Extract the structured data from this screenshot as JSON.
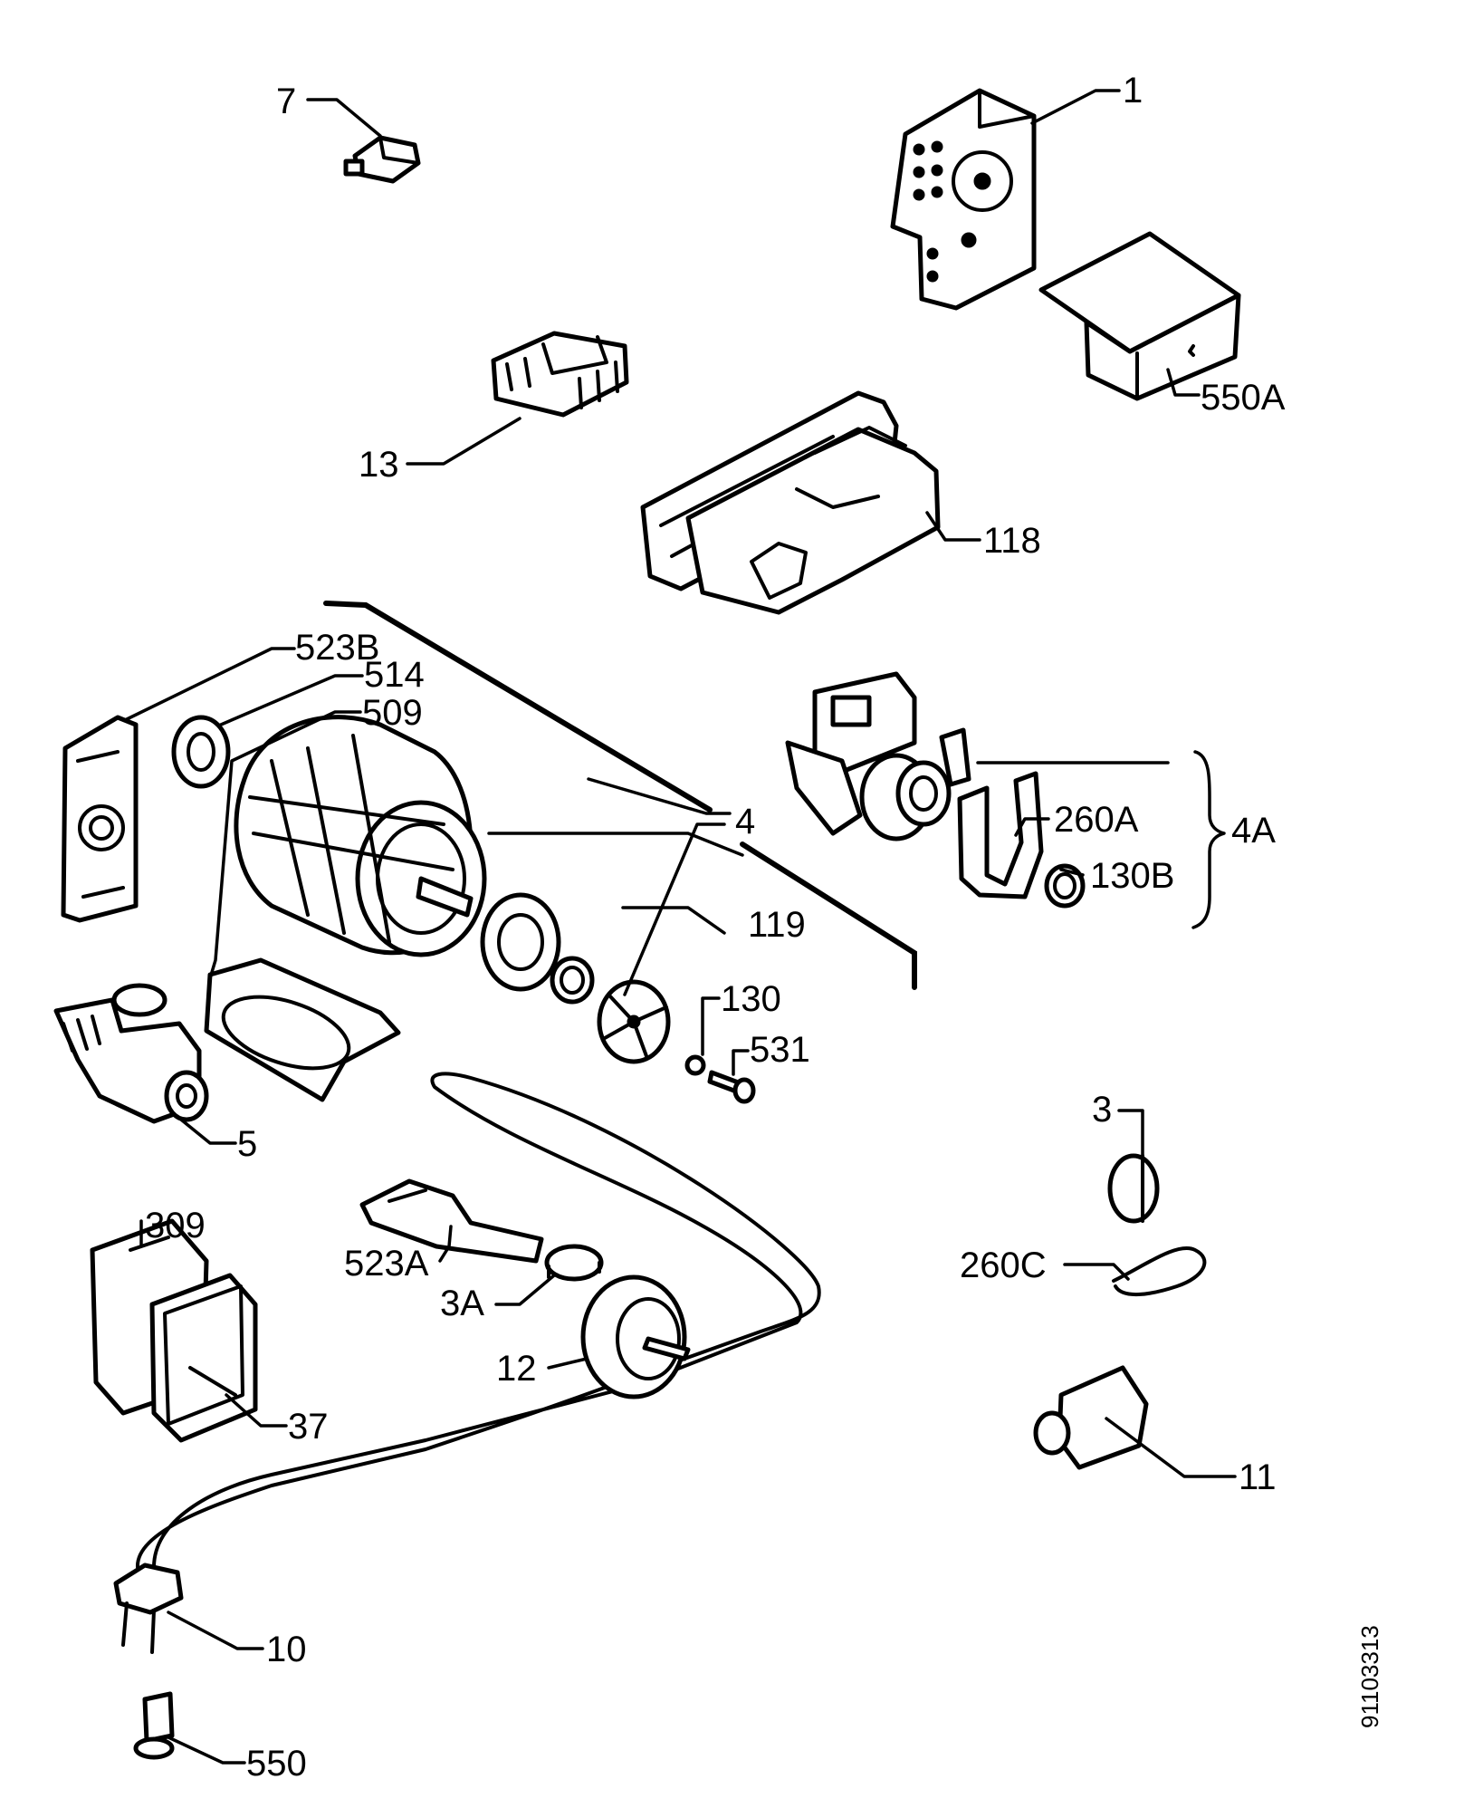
{
  "callouts": {
    "c1": "1",
    "c3": "3",
    "c3A": "3A",
    "c4": "4",
    "c4A": "4A",
    "c5": "5",
    "c7": "7",
    "c10": "10",
    "c11": "11",
    "c12": "12",
    "c13": "13",
    "c37": "37",
    "c118": "118",
    "c119": "119",
    "c130": "130",
    "c130B": "130B",
    "c260A": "260A",
    "c260C": "260C",
    "c309": "309",
    "c509": "509",
    "c514": "514",
    "c523A": "523A",
    "c523B": "523B",
    "c531": "531",
    "c550": "550",
    "c550A": "550A"
  },
  "reference_number": "91103313"
}
